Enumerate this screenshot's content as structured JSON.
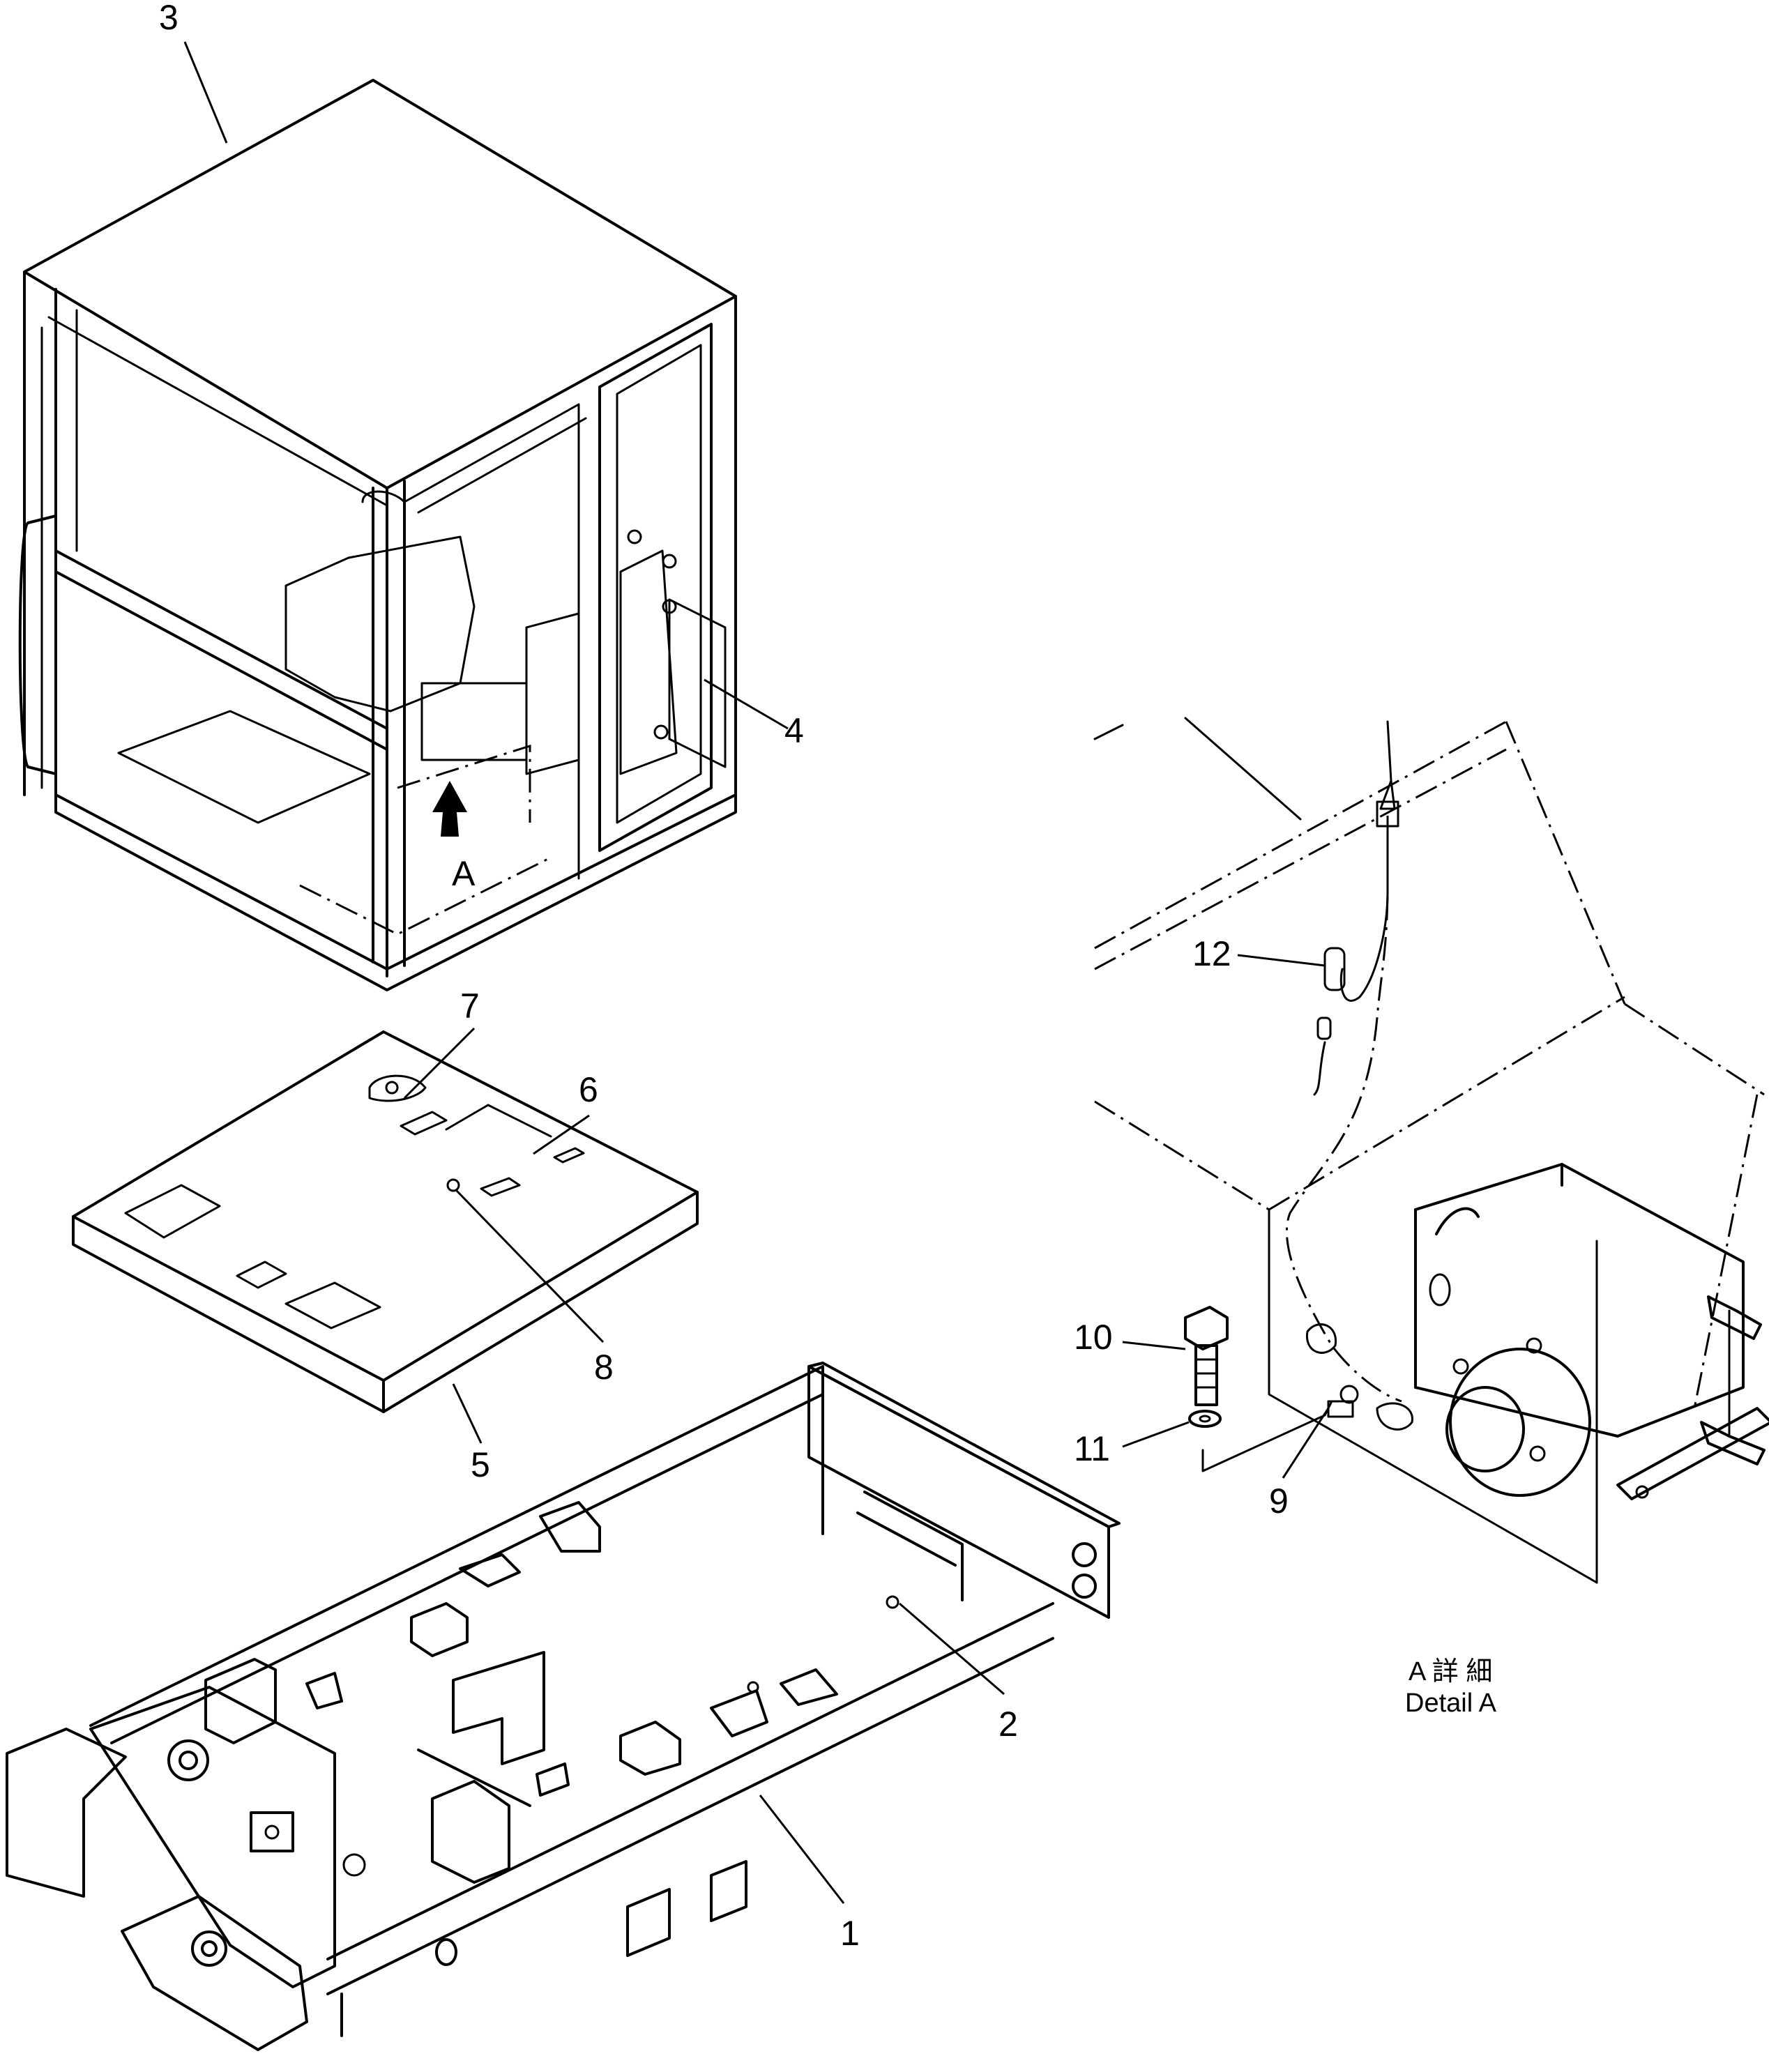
{
  "callouts": {
    "c1": "1",
    "c2": "2",
    "c3": "3",
    "c4": "4",
    "c5": "5",
    "c6": "6",
    "c7": "7",
    "c8": "8",
    "c9": "9",
    "c10": "10",
    "c11": "11",
    "c12": "12"
  },
  "view_marker": "A",
  "detail_caption": {
    "line1": "A 詳 細",
    "line2": "Detail A"
  }
}
